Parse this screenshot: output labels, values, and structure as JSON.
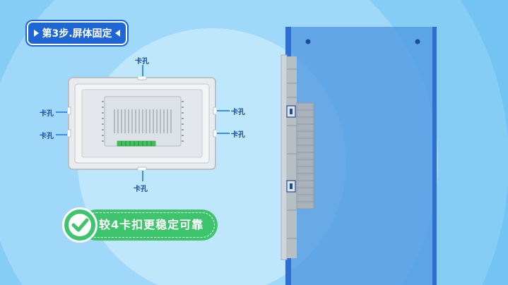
{
  "step": {
    "label": "第3步.屏体固定",
    "left_arrow_icon": "triangle-right-icon",
    "right_arrow_icon": "triangle-left-icon"
  },
  "diagram": {
    "hole_labels": {
      "top": "卡孔",
      "bottom": "卡孔",
      "left_upper": "卡孔",
      "left_lower": "卡孔",
      "right_upper": "卡孔",
      "right_lower": "卡孔"
    }
  },
  "result": {
    "text": "较4卡扣更稳定可靠",
    "icon": "check-icon"
  },
  "colors": {
    "badge": "#1e66d6",
    "green": "#3ec46d",
    "panel_blue": "#3f8fe6",
    "label_blue": "#1a4fa8"
  }
}
